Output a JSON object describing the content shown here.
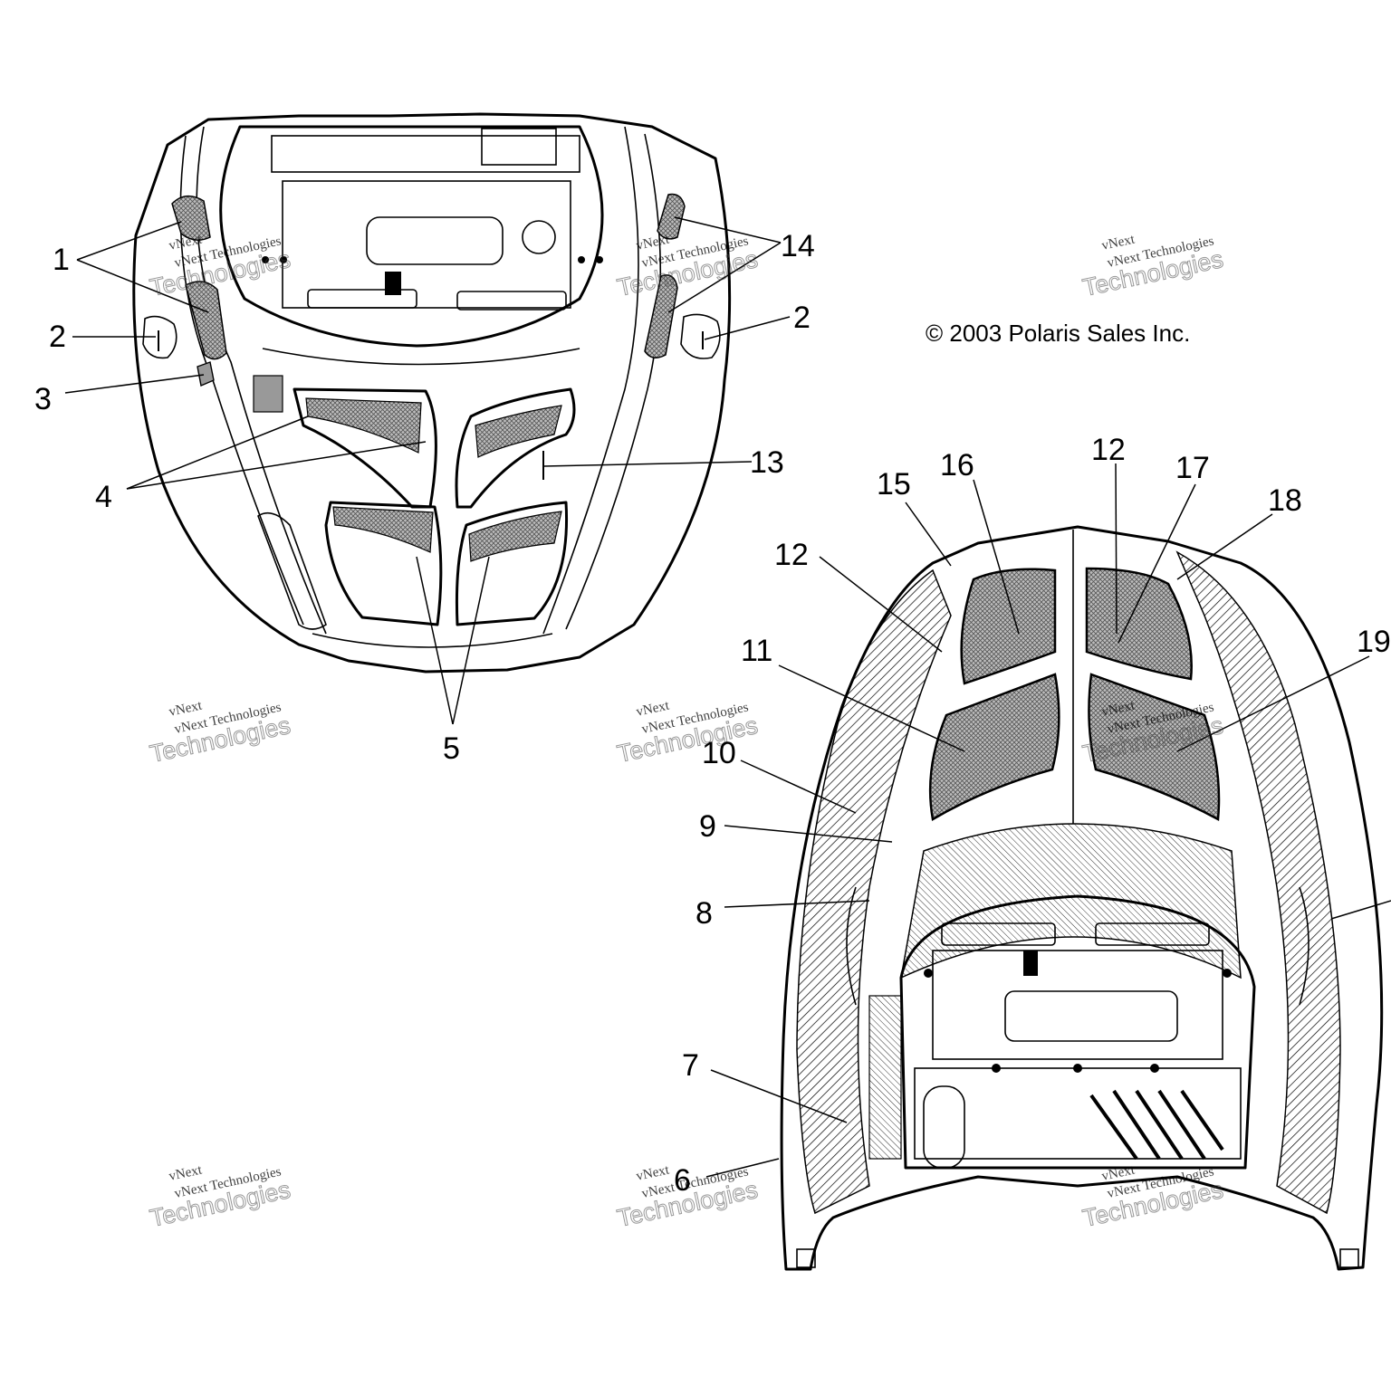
{
  "copyright": "© 2003 Polaris Sales Inc.",
  "callouts": [
    "1",
    "2",
    "2",
    "3",
    "4",
    "5",
    "13",
    "14",
    "6",
    "7",
    "8",
    "9",
    "10",
    "11",
    "12",
    "12",
    "15",
    "16",
    "17",
    "18",
    "19"
  ],
  "watermark": {
    "line1": "vNext Technologies",
    "line2": "Technologies",
    "line3": "vNext"
  },
  "colors": {
    "ink": "#000000",
    "paper": "#ffffff",
    "decal_fill": "#8a8a8a"
  }
}
